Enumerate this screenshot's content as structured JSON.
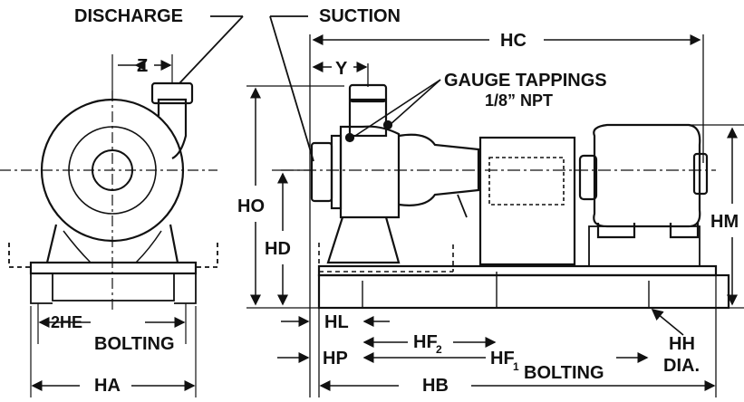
{
  "labels": {
    "discharge": "DISCHARGE",
    "suction": "SUCTION",
    "z": "Z",
    "y": "Y",
    "hc": "HC",
    "gauge_tappings": "GAUGE TAPPINGS",
    "gauge_npt": "1/8” NPT",
    "ho": "HO",
    "hd": "HD",
    "hm": "HM",
    "two_he": "2HE",
    "bolting_left": "BOLTING",
    "ha": "HA",
    "hl": "HL",
    "hp": "HP",
    "hf2_main": "HF",
    "hf2_sub": "2",
    "hf1_main": "HF",
    "hf1_sub": "1",
    "bolting_right": "BOLTING",
    "hh": "HH",
    "dia": "DIA.",
    "hb": "HB"
  }
}
